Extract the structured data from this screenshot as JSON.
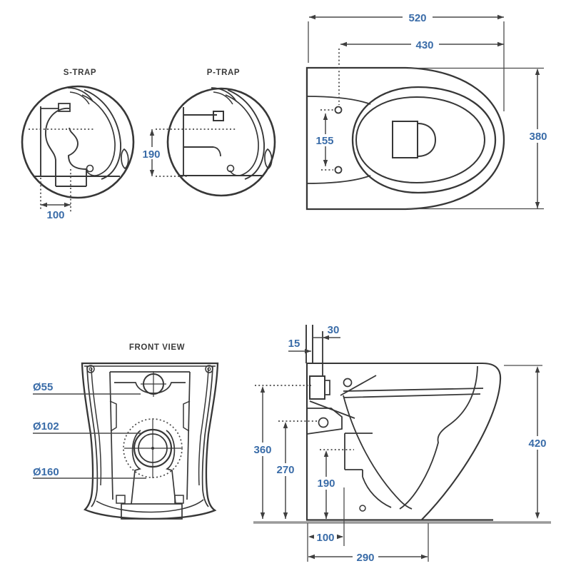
{
  "drawing": {
    "type": "toilet-pan-technical-drawing",
    "colors": {
      "line": "#373737",
      "dim_line": "#4a4a4a",
      "dim_text": "#3a6ca8",
      "heading_text": "#3a3a3a",
      "background": "#ffffff"
    },
    "s_trap": {
      "label": "S-TRAP",
      "outlet_setout": "100"
    },
    "p_trap": {
      "label": "P-TRAP",
      "outlet_height": "190"
    },
    "top_view": {
      "overall_width": "520",
      "seat_length": "430",
      "fixing_hole_centres": "155",
      "overall_depth": "380"
    },
    "front_view": {
      "label": "FRONT VIEW",
      "inlet_diameter": "Ø55",
      "outlet_diameter": "Ø102",
      "recess_diameter": "Ø160"
    },
    "side_view": {
      "inlet_offset": "30",
      "wall_gap": "15",
      "inlet_height": "360",
      "fixing_height": "270",
      "outlet_height": "190",
      "overall_height": "420",
      "outlet_setout": "100",
      "base_depth": "290"
    }
  }
}
